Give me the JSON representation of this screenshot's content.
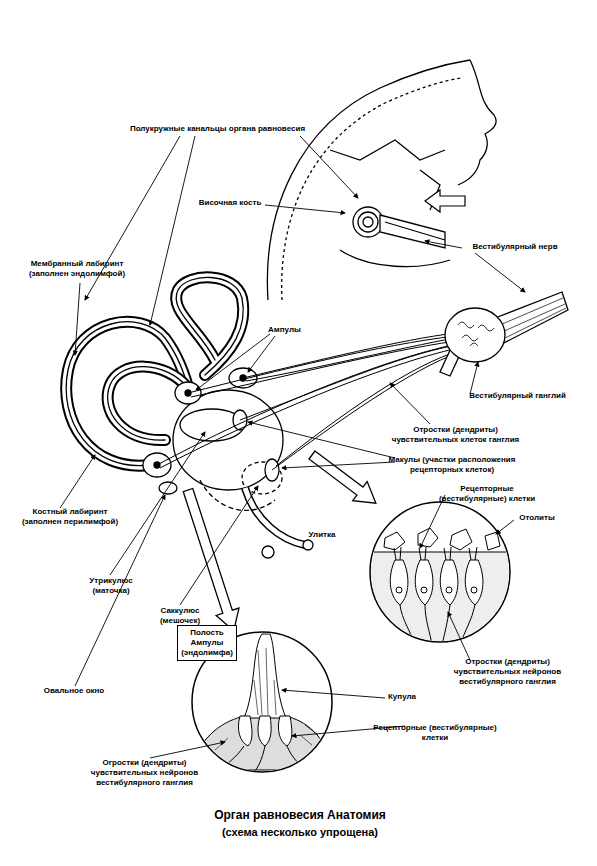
{
  "diagram": {
    "title": "Орган равновесия Анатомия",
    "caption": "(схема несколько упрощена)",
    "nodes": [
      {
        "text": [
          "Полость Ампулы (эндолимфа)"
        ]
      }
    ],
    "labels": [
      "Полукружные канальцы органа равновесия",
      "Височная кость",
      "Вестибулярный нерв",
      "Мембранный лабиринт (заполнен эндолимфой)",
      "Ампулы",
      "Вестибулярный ганглий",
      "Отростки (дендриты) чувствительных клеток ганглия",
      "Макулы (участки расположения рецепторных клеток)",
      "Рецепторные (вестибулярные) клетки",
      "Отолиты",
      "Костный лабиринт (заполнен перилимфой)",
      "Улитка",
      "Утрикулюс (маточка)",
      "Саккулюс (мешочек)",
      "Отростки (дендриты) чувствительных нейронов вестибулярного ганглия",
      "Овальное окно",
      "Купула",
      "Рецепторные (вестибулярные) клетки",
      "Огростки (дендриты) чувствительных нейронов вестибулярного ганглия"
    ]
  }
}
